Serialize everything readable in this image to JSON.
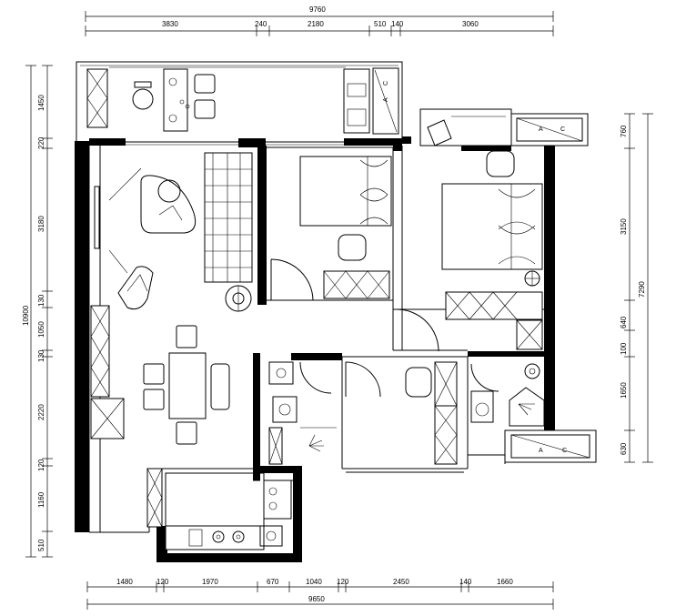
{
  "dimensions": {
    "top_total": "9760",
    "top_segments": [
      "3830",
      "240",
      "2180",
      "510",
      "140",
      "3060"
    ],
    "bottom_total": "9650",
    "bottom_segments": [
      "1480",
      "120",
      "1970",
      "670",
      "1040",
      "120",
      "2450",
      "140",
      "1660"
    ],
    "left_total": "10900",
    "left_segments": [
      "1450",
      "220",
      "3180",
      "130",
      "1050",
      "130",
      "2220",
      "120",
      "1160",
      "510"
    ],
    "right_total": "7290",
    "right_segments": [
      "760",
      "3150",
      "640",
      "100",
      "1650",
      "630"
    ]
  },
  "ac_units": [
    {
      "left": "A",
      "right": "C"
    },
    {
      "left": "A",
      "right": "C"
    },
    {
      "left": "A",
      "right": "C"
    }
  ]
}
